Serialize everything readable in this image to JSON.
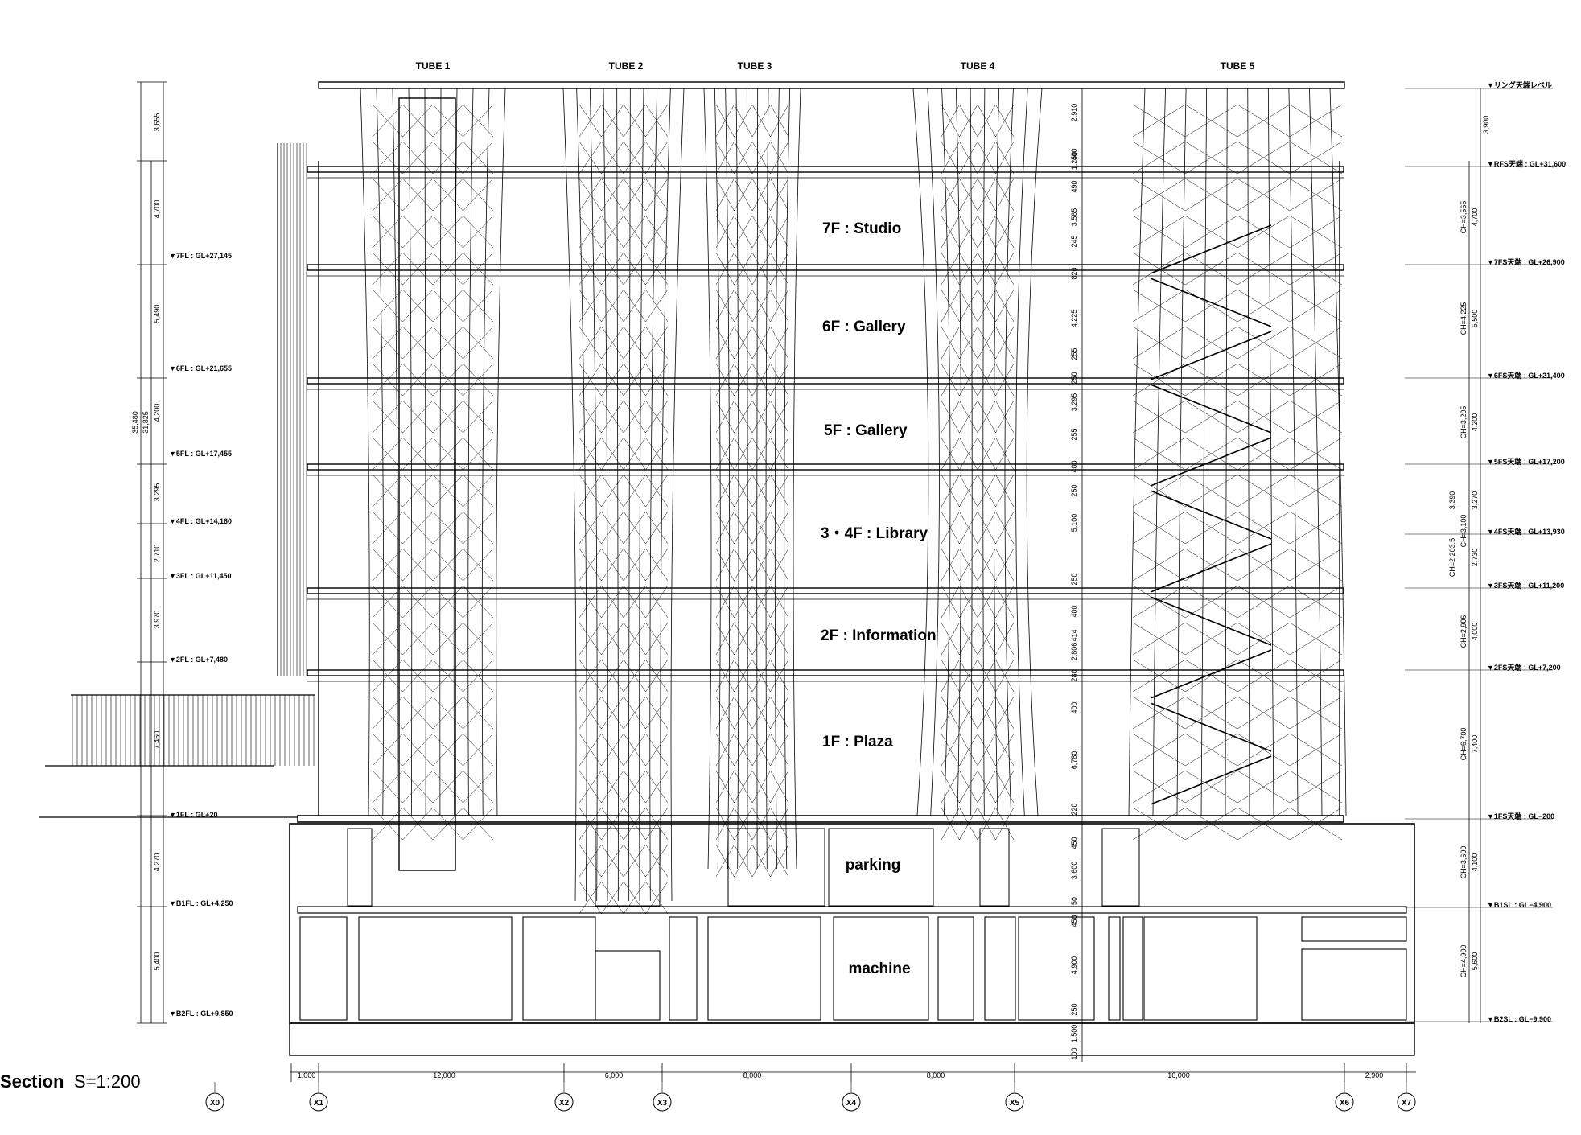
{
  "title": "Section",
  "scale": "S=1:200",
  "tubes": [
    "TUBE 1",
    "TUBE 2",
    "TUBE 3",
    "TUBE 4",
    "TUBE 5"
  ],
  "rooms": [
    {
      "floor": "7F",
      "name": "Studio"
    },
    {
      "floor": "6F",
      "name": "Gallery"
    },
    {
      "floor": "5F",
      "name": "Gallery"
    },
    {
      "floor": "3・4F",
      "name": "Library"
    },
    {
      "floor": "2F",
      "name": "Information"
    },
    {
      "floor": "1F",
      "name": "Plaza"
    },
    {
      "floor": "",
      "name": "parking"
    },
    {
      "floor": "",
      "name": "machine"
    }
  ],
  "left_levels": [
    "▼7FL : GL+27,145",
    "▼6FL : GL+21,655",
    "▼5FL : GL+17,455",
    "▼4FL : GL+14,160",
    "▼3FL : GL+11,450",
    "▼2FL : GL+7,480",
    "▼1FL : GL+20",
    "▼B1FL : GL+4,250",
    "▼B2FL : GL+9,850"
  ],
  "left_dims": [
    "3,655",
    "4,700",
    "5,490",
    "4,200",
    "3,295",
    "2,710",
    "3,970",
    "7,460",
    "4,270",
    "5,400"
  ],
  "left_totals": [
    "35,480",
    "31,825"
  ],
  "right_levels": [
    "▼リング天端レベル",
    "▼RFS天端 : GL+31,600",
    "▼7FS天端 : GL+26,900",
    "▼6FS天端 : GL+21,400",
    "▼5FS天端 : GL+17,200",
    "▼4FS天端 : GL+13,930",
    "▼3FS天端 : GL+11,200",
    "▼2FS天端 : GL+7,200",
    "▼1FS天端 : GL−200",
    "▼B1SL : GL−4,900",
    "▼B2SL : GL−9,900"
  ],
  "right_dims": [
    "3,900",
    "CH=3,565",
    "4,700",
    "CH=4,225",
    "5,500",
    "CH=3,205",
    "4,200",
    "3,390",
    "3,270",
    "CH=3,100",
    "CH=2,203.5",
    "2,730",
    "CH=2,906",
    "4,000",
    "CH=6,700",
    "7,400",
    "CH=3,600",
    "4,100",
    "CH=4,900",
    "5,600"
  ],
  "center_dims": [
    "2,910",
    "400",
    "1,250",
    "490",
    "3,565",
    "245",
    "820",
    "4,225",
    "255",
    "250",
    "3,295",
    "255",
    "400",
    "250",
    "5,100",
    "250",
    "400",
    "414",
    "2,806",
    "280",
    "400",
    "6,780",
    "220",
    "450",
    "3,600",
    "50",
    "450",
    "4,900",
    "250",
    "1,500",
    "100"
  ],
  "grid_axes": [
    "X0",
    "X1",
    "X2",
    "X3",
    "X4",
    "X5",
    "X6",
    "X7"
  ],
  "grid_spacings": [
    "1,000",
    "12,000",
    "6,000",
    "8,000",
    "8,000",
    "16,000",
    "2,900"
  ]
}
